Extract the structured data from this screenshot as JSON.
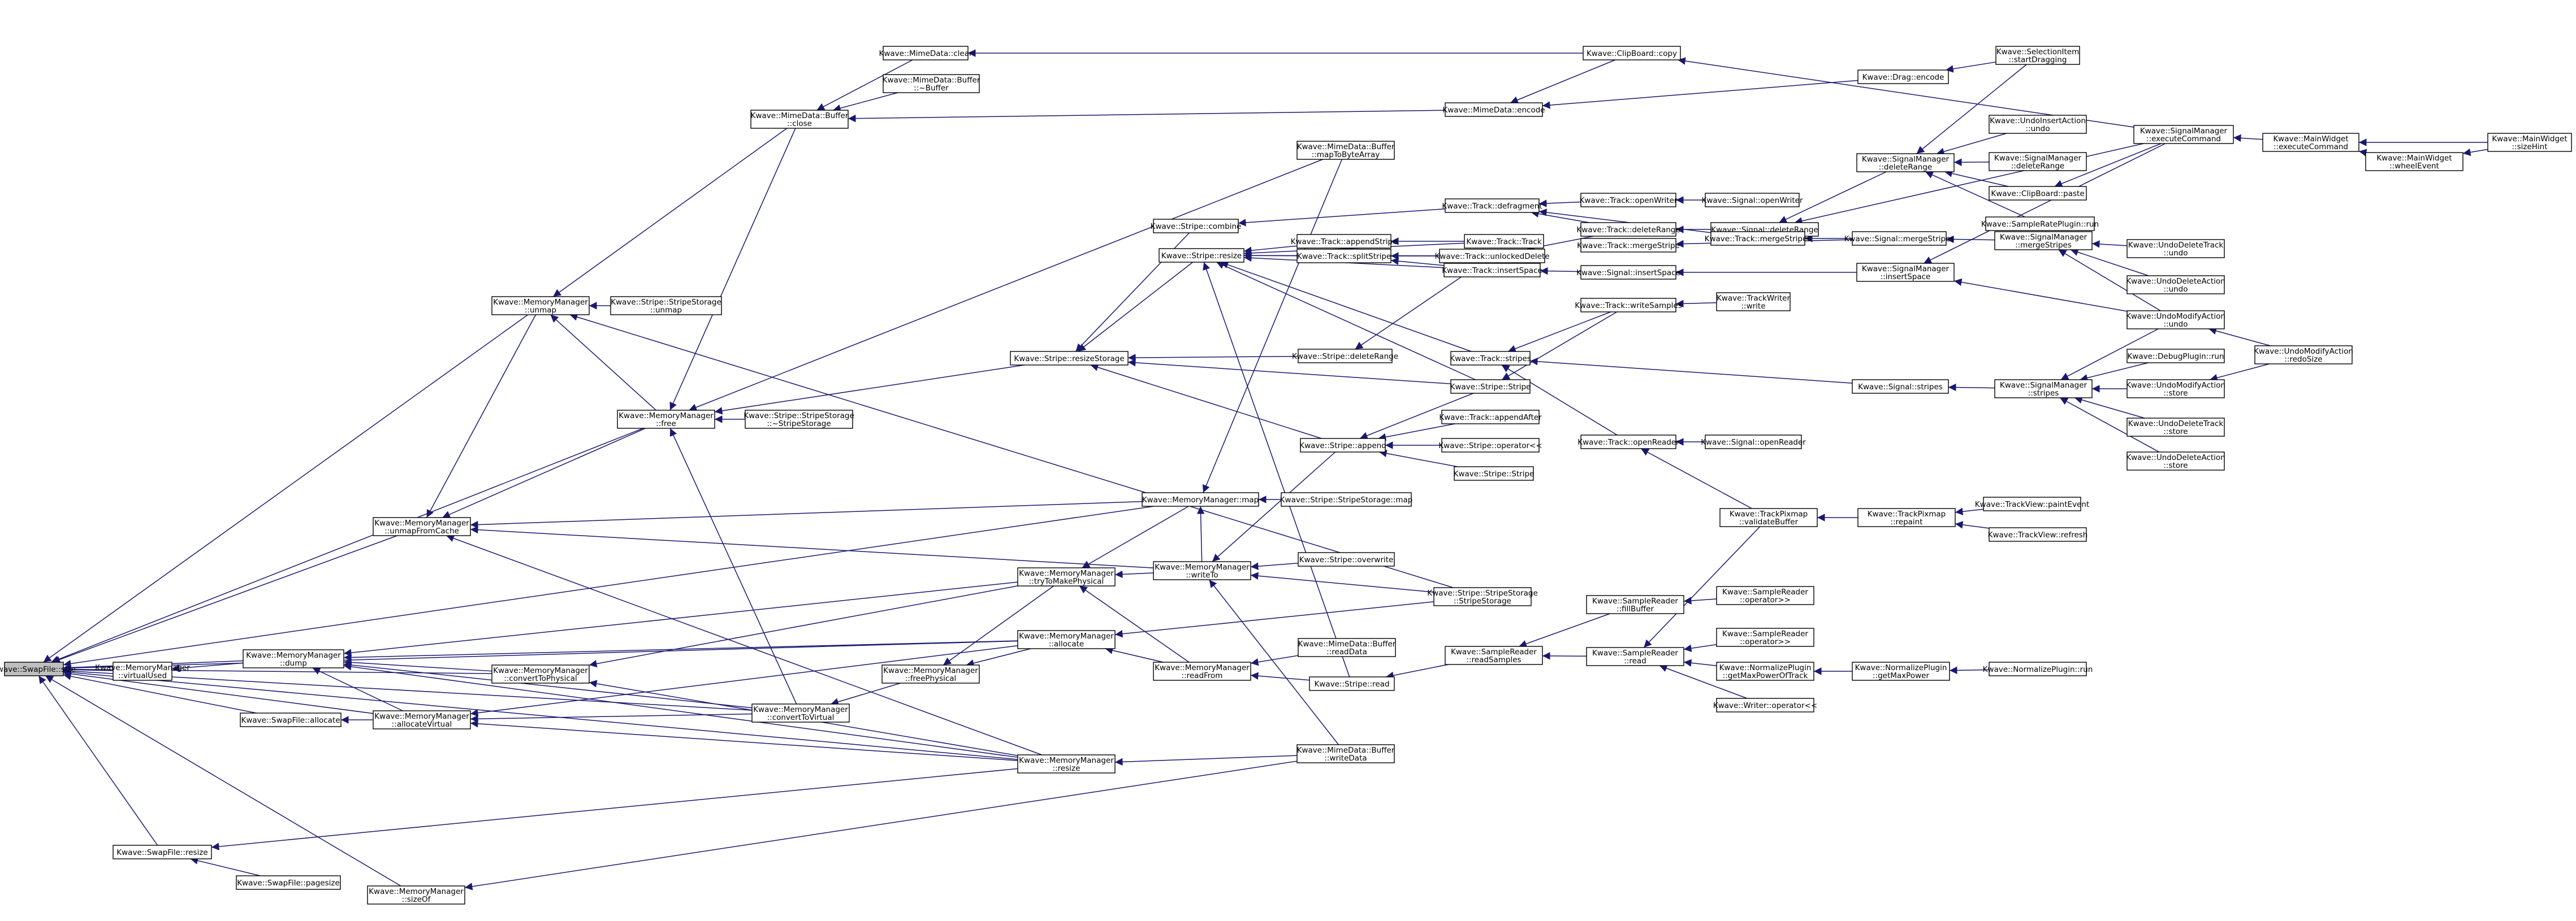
{
  "diagram": {
    "title": "",
    "edge_color": "#191970",
    "root_fill": "#bfbfbf",
    "node_fill": "#ffffff",
    "nodes": [
      {
        "id": "n0",
        "lines": [
          "Kwave::SwapFile::size"
        ]
      },
      {
        "id": "n1",
        "lines": [
          "Kwave::MemoryManager",
          "::virtualUsed"
        ]
      },
      {
        "id": "n2",
        "lines": [
          "Kwave::SwapFile::resize"
        ]
      },
      {
        "id": "n3",
        "lines": [
          "Kwave::SwapFile::pagesize"
        ]
      },
      {
        "id": "n4",
        "lines": [
          "Kwave::MemoryManager",
          "::sizeOf"
        ]
      },
      {
        "id": "n5",
        "lines": [
          "Kwave::MemoryManager",
          "::dump"
        ]
      },
      {
        "id": "n6",
        "lines": [
          "Kwave::SwapFile::allocate"
        ]
      },
      {
        "id": "n7",
        "lines": [
          "Kwave::MemoryManager",
          "::unmap"
        ]
      },
      {
        "id": "n8",
        "lines": [
          "Kwave::MemoryManager",
          "::unmapFromCache"
        ]
      },
      {
        "id": "n9",
        "lines": [
          "Kwave::MemoryManager",
          "::allocateVirtual"
        ]
      },
      {
        "id": "n10",
        "lines": [
          "Kwave::MemoryManager",
          "::convertToPhysical"
        ]
      },
      {
        "id": "n11",
        "lines": [
          "Kwave::Stripe::StripeStorage",
          "::unmap"
        ]
      },
      {
        "id": "n12",
        "lines": [
          "Kwave::MemoryManager",
          "::free"
        ]
      },
      {
        "id": "n13",
        "lines": [
          "Kwave::Stripe::StripeStorage",
          "::~StripeStorage"
        ]
      },
      {
        "id": "n14",
        "lines": [
          "Kwave::MimeData::Buffer",
          "::close"
        ]
      },
      {
        "id": "n15",
        "lines": [
          "Kwave::MimeData::clear"
        ]
      },
      {
        "id": "n16",
        "lines": [
          "Kwave::MimeData::Buffer",
          "::~Buffer"
        ]
      },
      {
        "id": "n17",
        "lines": [
          "Kwave::MemoryManager",
          "::convertToVirtual"
        ]
      },
      {
        "id": "n18",
        "lines": [
          "Kwave::MemoryManager",
          "::freePhysical"
        ]
      },
      {
        "id": "n19",
        "lines": [
          "Kwave::MemoryManager",
          "::tryToMakePhysical"
        ]
      },
      {
        "id": "n20",
        "lines": [
          "Kwave::MemoryManager",
          "::allocate"
        ]
      },
      {
        "id": "n21",
        "lines": [
          "Kwave::MemoryManager",
          "::resize"
        ]
      },
      {
        "id": "n22",
        "lines": [
          "Kwave::MemoryManager::map"
        ]
      },
      {
        "id": "n23",
        "lines": [
          "Kwave::Stripe::resizeStorage"
        ]
      },
      {
        "id": "n24",
        "lines": [
          "Kwave::MemoryManager",
          "::writeTo"
        ]
      },
      {
        "id": "n25",
        "lines": [
          "Kwave::MemoryManager",
          "::readFrom"
        ]
      },
      {
        "id": "n26",
        "lines": [
          "Kwave::MimeData::Buffer",
          "::writeData"
        ]
      },
      {
        "id": "n27",
        "lines": [
          "Kwave::MimeData::Buffer",
          "::mapToByteArray"
        ]
      },
      {
        "id": "n28",
        "lines": [
          "Kwave::Stripe::combine"
        ]
      },
      {
        "id": "n29",
        "lines": [
          "Kwave::Stripe::resize"
        ]
      },
      {
        "id": "n30",
        "lines": [
          "Kwave::Stripe::append"
        ]
      },
      {
        "id": "n31",
        "lines": [
          "Kwave::Stripe::StripeStorage::map"
        ]
      },
      {
        "id": "n32",
        "lines": [
          "Kwave::Stripe::overwrite"
        ]
      },
      {
        "id": "n33",
        "lines": [
          "Kwave::Stripe::StripeStorage",
          "::StripeStorage"
        ]
      },
      {
        "id": "n34",
        "lines": [
          "Kwave::MimeData::Buffer",
          "::readData"
        ]
      },
      {
        "id": "n35",
        "lines": [
          "Kwave::Stripe::read"
        ]
      },
      {
        "id": "n36",
        "lines": [
          "Kwave::Track::appendStripe"
        ]
      },
      {
        "id": "n37",
        "lines": [
          "Kwave::Track::splitStripe"
        ]
      },
      {
        "id": "n38",
        "lines": [
          "Kwave::Stripe::deleteRange"
        ]
      },
      {
        "id": "n39",
        "lines": [
          "Kwave::Track::defragment"
        ]
      },
      {
        "id": "n40",
        "lines": [
          "Kwave::Track::Track"
        ]
      },
      {
        "id": "n41",
        "lines": [
          "Kwave::Track::insertSpace"
        ]
      },
      {
        "id": "n42",
        "lines": [
          "Kwave::Track::unlockedDelete"
        ]
      },
      {
        "id": "n43",
        "lines": [
          "Kwave::Track::stripes"
        ]
      },
      {
        "id": "n44",
        "lines": [
          "Kwave::Stripe::Stripe"
        ]
      },
      {
        "id": "n45",
        "lines": [
          "Kwave::Track::appendAfter"
        ]
      },
      {
        "id": "n46",
        "lines": [
          "Kwave::Stripe::operator<<"
        ]
      },
      {
        "id": "n47",
        "lines": [
          "Kwave::Stripe::Stripe"
        ]
      },
      {
        "id": "n48",
        "lines": [
          "Kwave::SampleReader",
          "::readSamples"
        ]
      },
      {
        "id": "n49",
        "lines": [
          "Kwave::MimeData::encode"
        ]
      },
      {
        "id": "n50",
        "lines": [
          "Kwave::ClipBoard::copy"
        ]
      },
      {
        "id": "n51",
        "lines": [
          "Kwave::Drag::encode"
        ]
      },
      {
        "id": "n52",
        "lines": [
          "Kwave::Track::openWriter"
        ]
      },
      {
        "id": "n53",
        "lines": [
          "Kwave::Track::deleteRange"
        ]
      },
      {
        "id": "n54",
        "lines": [
          "Kwave::Track::mergeStripe"
        ]
      },
      {
        "id": "n55",
        "lines": [
          "Kwave::Signal::insertSpace"
        ]
      },
      {
        "id": "n56",
        "lines": [
          "Kwave::Track::writeSamples"
        ]
      },
      {
        "id": "n57",
        "lines": [
          "Kwave::Track::openReader"
        ]
      },
      {
        "id": "n58",
        "lines": [
          "Kwave::SampleReader",
          "::fillBuffer"
        ]
      },
      {
        "id": "n59",
        "lines": [
          "Kwave::SampleReader",
          "::read"
        ]
      },
      {
        "id": "n60",
        "lines": [
          "Kwave::Signal::openWriter"
        ]
      },
      {
        "id": "n61",
        "lines": [
          "Kwave::Signal::deleteRange"
        ]
      },
      {
        "id": "n62",
        "lines": [
          "Kwave::Track::mergeStripes"
        ]
      },
      {
        "id": "n63",
        "lines": [
          "Kwave::TrackWriter",
          "::write"
        ]
      },
      {
        "id": "n64",
        "lines": [
          "Kwave::Signal::stripes"
        ]
      },
      {
        "id": "n65",
        "lines": [
          "Kwave::Signal::openReader"
        ]
      },
      {
        "id": "n66",
        "lines": [
          "Kwave::TrackPixmap",
          "::validateBuffer"
        ]
      },
      {
        "id": "n67",
        "lines": [
          "Kwave::SampleReader",
          "::operator>>"
        ]
      },
      {
        "id": "n68",
        "lines": [
          "Kwave::SampleReader",
          "::operator>>"
        ]
      },
      {
        "id": "n69",
        "lines": [
          "Kwave::NormalizePlugin",
          "::getMaxPowerOfTrack"
        ]
      },
      {
        "id": "n70",
        "lines": [
          "Kwave::Writer::operator<<"
        ]
      },
      {
        "id": "n71",
        "lines": [
          "Kwave::SignalManager",
          "::deleteRange"
        ]
      },
      {
        "id": "n72",
        "lines": [
          "Kwave::Signal::mergeStripes"
        ]
      },
      {
        "id": "n73",
        "lines": [
          "Kwave::SignalManager",
          "::insertSpace"
        ]
      },
      {
        "id": "n74",
        "lines": [
          "Kwave::SignalManager",
          "::stripes"
        ]
      },
      {
        "id": "n75",
        "lines": [
          "Kwave::TrackPixmap",
          "::repaint"
        ]
      },
      {
        "id": "n76",
        "lines": [
          "Kwave::NormalizePlugin",
          "::getMaxPower"
        ]
      },
      {
        "id": "n77",
        "lines": [
          "Kwave::SelectionItem",
          "::startDragging"
        ]
      },
      {
        "id": "n78",
        "lines": [
          "Kwave::UndoInsertAction",
          "::undo"
        ]
      },
      {
        "id": "n79",
        "lines": [
          "Kwave::SignalManager",
          "::deleteRange"
        ]
      },
      {
        "id": "n80",
        "lines": [
          "Kwave::ClipBoard::paste"
        ]
      },
      {
        "id": "n81",
        "lines": [
          "Kwave::SampleRatePlugin::run"
        ]
      },
      {
        "id": "n82",
        "lines": [
          "Kwave::SignalManager",
          "::mergeStripes"
        ]
      },
      {
        "id": "n83",
        "lines": [
          "Kwave::UndoDeleteTrack",
          "::undo"
        ]
      },
      {
        "id": "n84",
        "lines": [
          "Kwave::UndoDeleteAction",
          "::undo"
        ]
      },
      {
        "id": "n85",
        "lines": [
          "Kwave::UndoModifyAction",
          "::undo"
        ]
      },
      {
        "id": "n86",
        "lines": [
          "Kwave::DebugPlugin::run"
        ]
      },
      {
        "id": "n87",
        "lines": [
          "Kwave::UndoModifyAction",
          "::store"
        ]
      },
      {
        "id": "n88",
        "lines": [
          "Kwave::UndoDeleteTrack",
          "::store"
        ]
      },
      {
        "id": "n89",
        "lines": [
          "Kwave::UndoDeleteAction",
          "::store"
        ]
      },
      {
        "id": "n90",
        "lines": [
          "Kwave::TrackView::paintEvent"
        ]
      },
      {
        "id": "n91",
        "lines": [
          "Kwave::TrackView::refresh"
        ]
      },
      {
        "id": "n92",
        "lines": [
          "Kwave::NormalizePlugin::run"
        ]
      },
      {
        "id": "n93",
        "lines": [
          "Kwave::SignalManager",
          "::executeCommand"
        ]
      },
      {
        "id": "n94",
        "lines": [
          "Kwave::MainWidget",
          "::executeCommand"
        ]
      },
      {
        "id": "n95",
        "lines": [
          "Kwave::MainWidget",
          "::wheelEvent"
        ]
      },
      {
        "id": "n96",
        "lines": [
          "Kwave::MainWidget",
          "::sizeHint"
        ]
      },
      {
        "id": "n97",
        "lines": [
          "Kwave::UndoModifyAction",
          "::redoSize"
        ]
      }
    ],
    "edges": [
      [
        "n1",
        "n0"
      ],
      [
        "n2",
        "n0"
      ],
      [
        "n4",
        "n0"
      ],
      [
        "n5",
        "n0"
      ],
      [
        "n6",
        "n0"
      ],
      [
        "n7",
        "n0"
      ],
      [
        "n8",
        "n0"
      ],
      [
        "n9",
        "n0"
      ],
      [
        "n10",
        "n0"
      ],
      [
        "n12",
        "n0"
      ],
      [
        "n17",
        "n0"
      ],
      [
        "n20",
        "n0"
      ],
      [
        "n21",
        "n0"
      ],
      [
        "n22",
        "n0"
      ],
      [
        "n5",
        "n1"
      ],
      [
        "n3",
        "n2"
      ],
      [
        "n21",
        "n2"
      ],
      [
        "n26",
        "n4"
      ],
      [
        "n9",
        "n5"
      ],
      [
        "n10",
        "n5"
      ],
      [
        "n17",
        "n5"
      ],
      [
        "n20",
        "n5"
      ],
      [
        "n21",
        "n5"
      ],
      [
        "n19",
        "n5"
      ],
      [
        "n9",
        "n6"
      ],
      [
        "n11",
        "n7"
      ],
      [
        "n12",
        "n7"
      ],
      [
        "n14",
        "n7"
      ],
      [
        "n33",
        "n7"
      ],
      [
        "n7",
        "n8"
      ],
      [
        "n12",
        "n8"
      ],
      [
        "n22",
        "n8"
      ],
      [
        "n24",
        "n8"
      ],
      [
        "n21",
        "n8"
      ],
      [
        "n17",
        "n9"
      ],
      [
        "n20",
        "n9"
      ],
      [
        "n21",
        "n9"
      ],
      [
        "n19",
        "n10"
      ],
      [
        "n21",
        "n10"
      ],
      [
        "n13",
        "n12"
      ],
      [
        "n14",
        "n12"
      ],
      [
        "n23",
        "n12"
      ],
      [
        "n27",
        "n12"
      ],
      [
        "n17",
        "n12"
      ],
      [
        "n15",
        "n14"
      ],
      [
        "n16",
        "n14"
      ],
      [
        "n49",
        "n14"
      ],
      [
        "n50",
        "n15"
      ],
      [
        "n18",
        "n17"
      ],
      [
        "n19",
        "n18"
      ],
      [
        "n20",
        "n18"
      ],
      [
        "n22",
        "n19"
      ],
      [
        "n24",
        "n19"
      ],
      [
        "n25",
        "n19"
      ],
      [
        "n33",
        "n20"
      ],
      [
        "n25",
        "n20"
      ],
      [
        "n26",
        "n21"
      ],
      [
        "n27",
        "n22"
      ],
      [
        "n31",
        "n22"
      ],
      [
        "n24",
        "n22"
      ],
      [
        "n28",
        "n23"
      ],
      [
        "n29",
        "n23"
      ],
      [
        "n30",
        "n23"
      ],
      [
        "n38",
        "n23"
      ],
      [
        "n44",
        "n23"
      ],
      [
        "n30",
        "n24"
      ],
      [
        "n32",
        "n24"
      ],
      [
        "n33",
        "n24"
      ],
      [
        "n26",
        "n24"
      ],
      [
        "n34",
        "n25"
      ],
      [
        "n35",
        "n25"
      ],
      [
        "n39",
        "n28"
      ],
      [
        "n36",
        "n29"
      ],
      [
        "n37",
        "n29"
      ],
      [
        "n41",
        "n29"
      ],
      [
        "n42",
        "n29"
      ],
      [
        "n43",
        "n29"
      ],
      [
        "n44",
        "n29"
      ],
      [
        "n40",
        "n29"
      ],
      [
        "n35",
        "n29"
      ],
      [
        "n45",
        "n30"
      ],
      [
        "n46",
        "n30"
      ],
      [
        "n47",
        "n30"
      ],
      [
        "n44",
        "n30"
      ],
      [
        "n48",
        "n35"
      ],
      [
        "n40",
        "n36"
      ],
      [
        "n41",
        "n37"
      ],
      [
        "n42",
        "n37"
      ],
      [
        "n42",
        "n38"
      ],
      [
        "n52",
        "n39"
      ],
      [
        "n53",
        "n39"
      ],
      [
        "n62",
        "n39"
      ],
      [
        "n53",
        "n42"
      ],
      [
        "n55",
        "n41"
      ],
      [
        "n56",
        "n43"
      ],
      [
        "n57",
        "n43"
      ],
      [
        "n64",
        "n43"
      ],
      [
        "n56",
        "n44"
      ],
      [
        "n58",
        "n48"
      ],
      [
        "n59",
        "n48"
      ],
      [
        "n50",
        "n49"
      ],
      [
        "n51",
        "n49"
      ],
      [
        "n93",
        "n50"
      ],
      [
        "n77",
        "n51"
      ],
      [
        "n60",
        "n52"
      ],
      [
        "n61",
        "n53"
      ],
      [
        "n72",
        "n54"
      ],
      [
        "n73",
        "n55"
      ],
      [
        "n63",
        "n56"
      ],
      [
        "n65",
        "n57"
      ],
      [
        "n66",
        "n57"
      ],
      [
        "n67",
        "n58"
      ],
      [
        "n66",
        "n59"
      ],
      [
        "n68",
        "n59"
      ],
      [
        "n69",
        "n59"
      ],
      [
        "n70",
        "n59"
      ],
      [
        "n71",
        "n61"
      ],
      [
        "n93",
        "n61"
      ],
      [
        "n72",
        "n62"
      ],
      [
        "n74",
        "n64"
      ],
      [
        "n75",
        "n66"
      ],
      [
        "n76",
        "n69"
      ],
      [
        "n77",
        "n71"
      ],
      [
        "n78",
        "n71"
      ],
      [
        "n79",
        "n71"
      ],
      [
        "n80",
        "n71"
      ],
      [
        "n81",
        "n71"
      ],
      [
        "n82",
        "n72"
      ],
      [
        "n93",
        "n73"
      ],
      [
        "n85",
        "n73"
      ],
      [
        "n83",
        "n82"
      ],
      [
        "n84",
        "n82"
      ],
      [
        "n85",
        "n82"
      ],
      [
        "n85",
        "n74"
      ],
      [
        "n86",
        "n74"
      ],
      [
        "n87",
        "n74"
      ],
      [
        "n88",
        "n74"
      ],
      [
        "n89",
        "n74"
      ],
      [
        "n90",
        "n75"
      ],
      [
        "n91",
        "n75"
      ],
      [
        "n92",
        "n76"
      ],
      [
        "n93",
        "n80"
      ],
      [
        "n94",
        "n93"
      ],
      [
        "n95",
        "n94"
      ],
      [
        "n96",
        "n94"
      ],
      [
        "n96",
        "n95"
      ],
      [
        "n97",
        "n85"
      ],
      [
        "n97",
        "n87"
      ]
    ]
  }
}
